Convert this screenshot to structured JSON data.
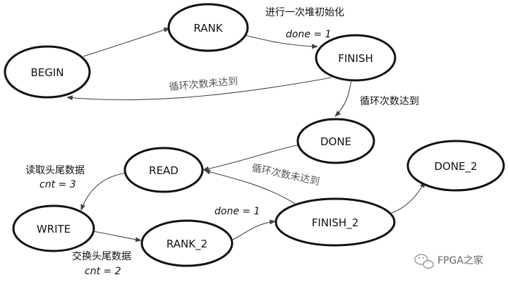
{
  "states": {
    "begin": "BEGIN",
    "rank": "RANK",
    "finish": "FINISH",
    "done": "DONE",
    "read": "READ",
    "write": "WRITE",
    "rank_2": "RANK_2",
    "finish_2": "FINISH_2",
    "done_2": "DONE_2"
  },
  "annotations": {
    "init_once": "进行一次堆初始化",
    "done_eq_1_top": "done = 1",
    "loop_not_reached_top": "循环次数未达到",
    "loop_reached": "循环次数达到",
    "loop_not_reached_bottom": "循环次数未达到",
    "read_head_tail": "读取头尾数据",
    "cnt_eq_3": "cnt = 3",
    "done_eq_1_bottom": "done = 1",
    "swap_head_tail": "交换头尾数据",
    "cnt_eq_2": "cnt = 2"
  },
  "watermark": {
    "text": "FPGA之家",
    "icon": "wechat-icon"
  },
  "colors": {
    "stroke": "#111111",
    "edge": "#444444",
    "background": "#ffffff"
  }
}
